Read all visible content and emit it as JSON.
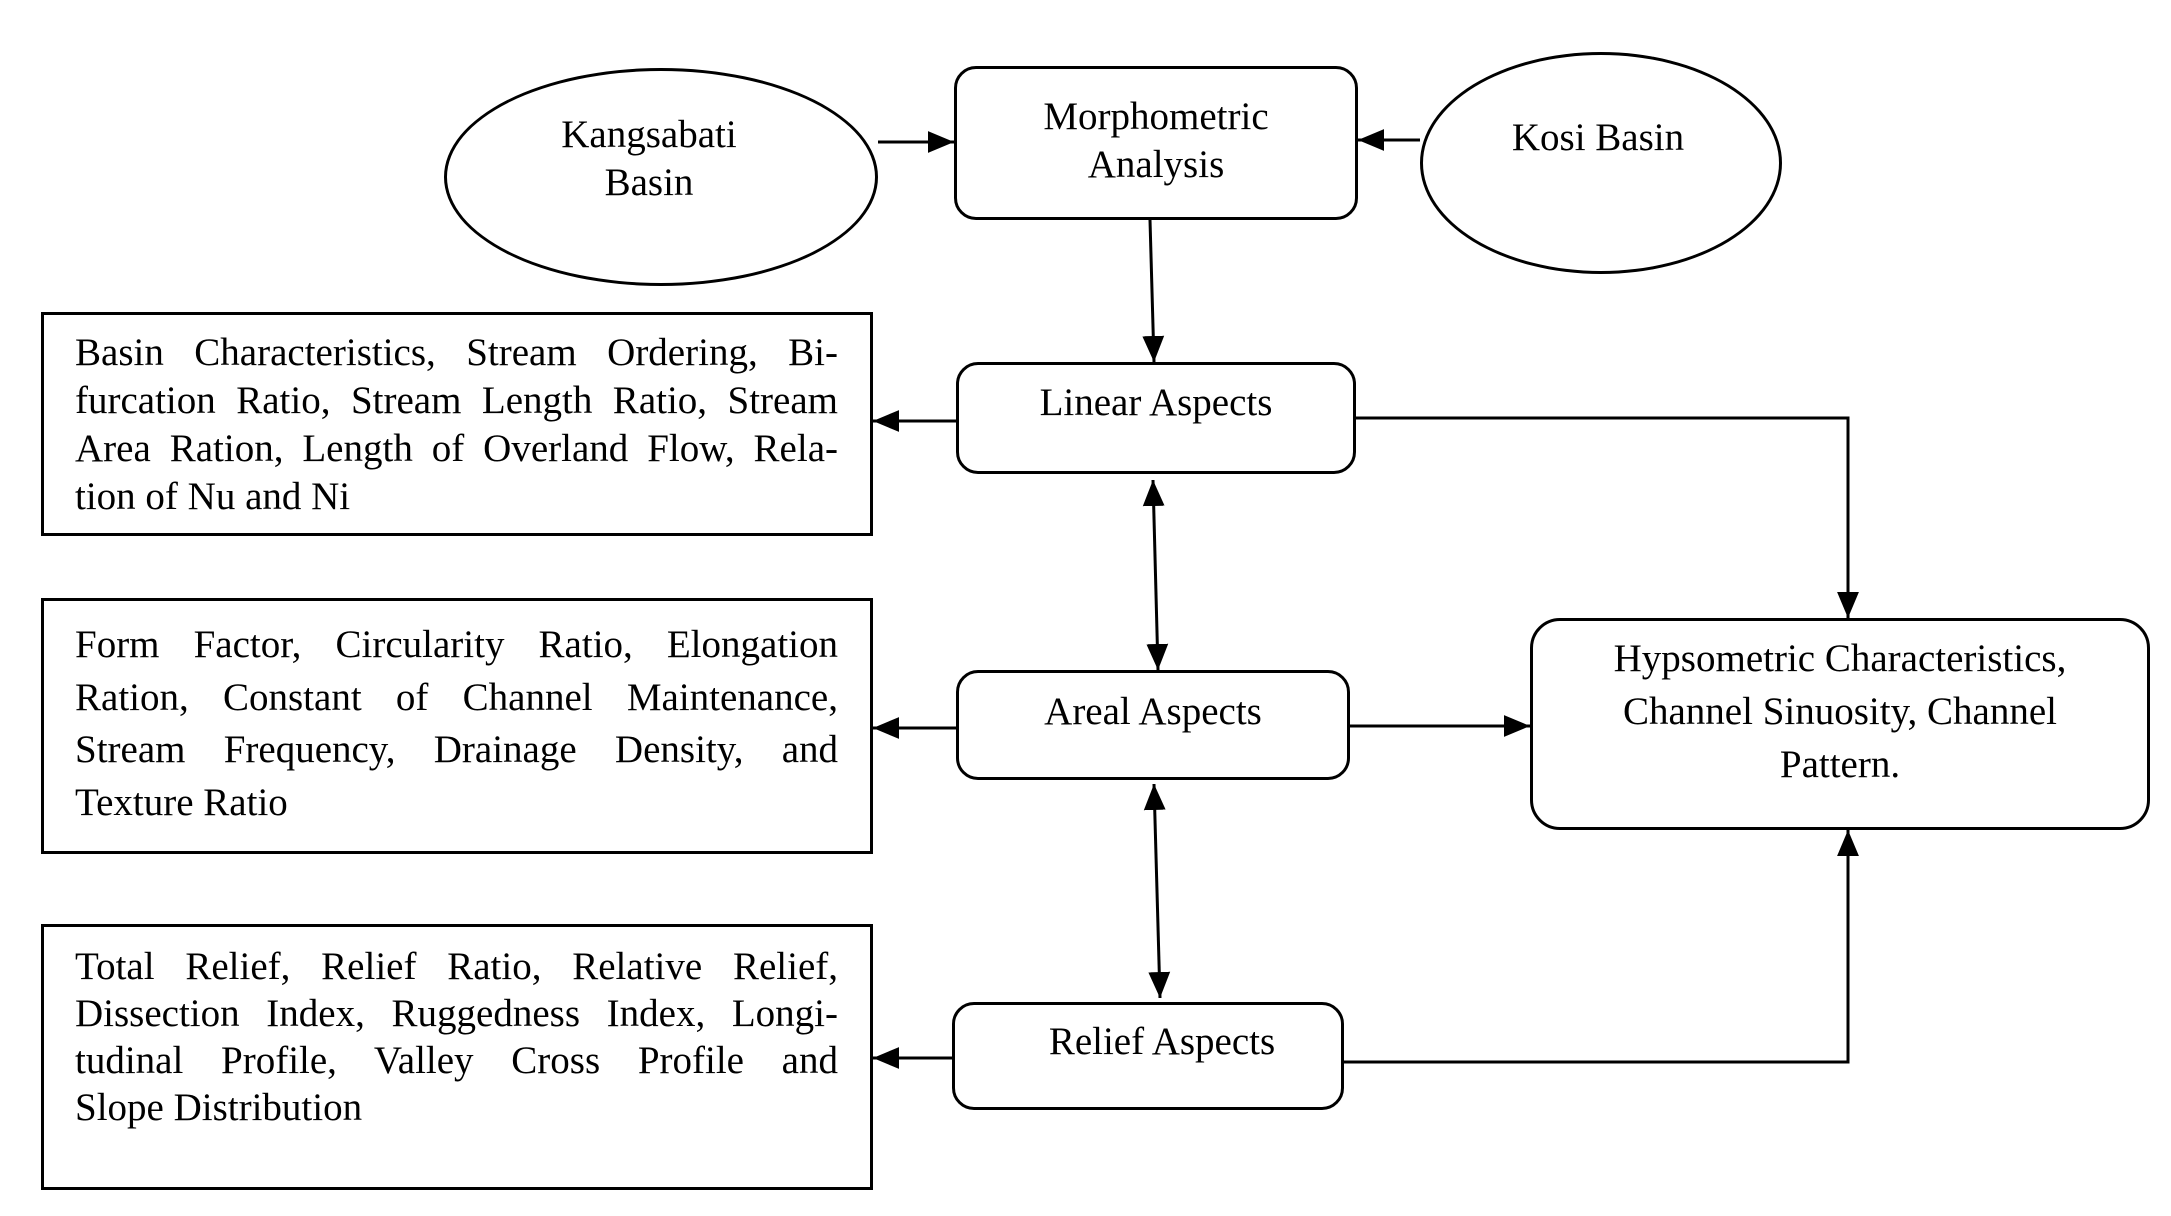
{
  "nodes": {
    "kangsabati": "Kangsabati Basin",
    "morphometric": "Morphometric Analysis",
    "kosi": "Kosi Basin",
    "linear": "Linear Aspects",
    "areal": "Areal Aspects",
    "relief": "Relief Aspects",
    "hypsometric": "Hypsometric Characteristics, Channel Sinuosity, Channel Pattern."
  },
  "descriptions": {
    "linear": [
      "Basin Characteristics, Stream Ordering, Bi-",
      "furcation Ratio, Stream Length Ratio, Stream",
      "Area Ration, Length of Overland Flow, Rela-",
      "tion of Nu and Ni"
    ],
    "areal": [
      "Form Factor, Circularity Ratio, Elongation",
      "Ration, Constant of Channel Maintenance,",
      "Stream Frequency, Drainage Density, and",
      "Texture Ratio"
    ],
    "relief": [
      "Total Relief, Relief Ratio, Relative Relief,",
      "Dissection Index, Ruggedness Index, Longi-",
      "tudinal Profile, Valley Cross Profile and",
      "Slope Distribution"
    ]
  }
}
